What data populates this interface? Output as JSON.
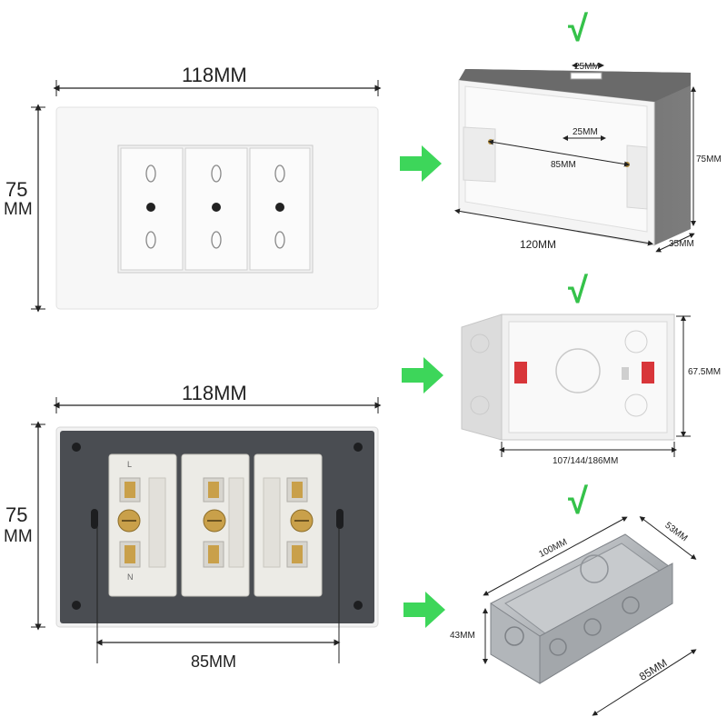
{
  "front_plate": {
    "width_label": "118MM",
    "height_number": "75",
    "height_unit": "MM"
  },
  "back_plate": {
    "width_label": "118MM",
    "height_number": "75",
    "height_unit": "MM",
    "screw_spacing_label": "85MM",
    "terminal_letters": [
      "L",
      "N"
    ]
  },
  "box_grey": {
    "check": "√",
    "top_slot": "25MM",
    "inner_slot": "25MM",
    "hole_spacing": "85MM",
    "height": "75MM",
    "width": "120MM",
    "depth": "35MM"
  },
  "box_white": {
    "check": "√",
    "height": "67.5MM",
    "width": "107/144/186MM"
  },
  "box_metal": {
    "check": "√",
    "width": "100MM",
    "depth": "53MM",
    "height": "43MM",
    "length": "85MM"
  },
  "colors": {
    "check_green": "#35c24a",
    "arrow_green": "#3dd65a",
    "plate_dark": "#4a4d52",
    "module_white": "#ecebe6",
    "terminal_brass": "#c9a04a",
    "grey_box": "#6f6f6f",
    "red_clip": "#d8363a",
    "metal": "#b9bcc0"
  },
  "icons": [
    "green-check-icon",
    "green-arrow-icon"
  ]
}
